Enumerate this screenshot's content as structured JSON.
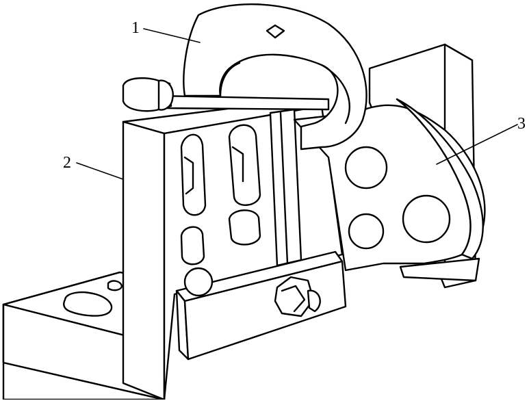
{
  "diagram": {
    "labels": [
      {
        "id": "part-1",
        "text": "1"
      },
      {
        "id": "part-2",
        "text": "2"
      },
      {
        "id": "part-3",
        "text": "3"
      }
    ]
  }
}
